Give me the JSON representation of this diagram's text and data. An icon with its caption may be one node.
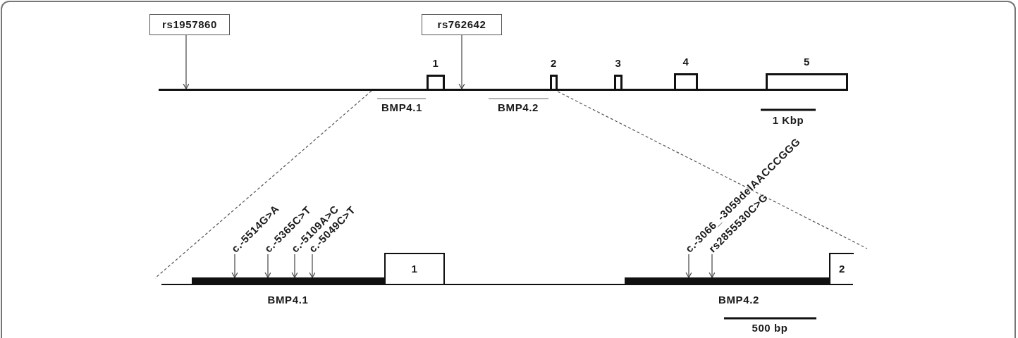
{
  "diagram": {
    "nodes": [
      {
        "text": [
          "rs1957860"
        ]
      },
      {
        "text": [
          "rs762642"
        ]
      },
      {
        "text": [],
        "shape": "bar"
      },
      {
        "text": [
          "1"
        ]
      },
      {
        "text": [
          "2"
        ]
      },
      {
        "text": [
          "3"
        ]
      },
      {
        "text": [
          "4"
        ]
      },
      {
        "text": [
          "5"
        ]
      },
      {
        "text": [
          "c.-5514G>A"
        ]
      },
      {
        "text": [
          "c.-5365C>T"
        ]
      },
      {
        "text": [
          "c.-5109A>C"
        ]
      },
      {
        "text": [
          "c.-5049C>T"
        ]
      },
      {
        "text": [
          "c.-3066_-3059delAACCCGGG"
        ]
      },
      {
        "text": [
          "rs2855530C>G"
        ]
      },
      {
        "text": [
          "BMP4.1"
        ]
      },
      {
        "text": [
          "1"
        ]
      },
      {
        "text": [
          "BMP4.2"
        ]
      },
      {
        "text": [
          "2"
        ]
      }
    ],
    "edges": [
      {
        "from": 0,
        "to": 2,
        "arrow": "to"
      },
      {
        "from": 1,
        "to": 2,
        "arrow": "to"
      },
      {
        "from": 8,
        "to": 14,
        "arrow": "to"
      },
      {
        "from": 9,
        "to": 14,
        "arrow": "to"
      },
      {
        "from": 10,
        "to": 14,
        "arrow": "to"
      },
      {
        "from": 11,
        "to": 14,
        "arrow": "to"
      },
      {
        "from": 12,
        "to": 16,
        "arrow": "to"
      },
      {
        "from": 13,
        "to": 16,
        "arrow": "to"
      }
    ],
    "labels": [
      "BMP4.1",
      "BMP4.2",
      "1 Kbp",
      "500 bp"
    ]
  }
}
